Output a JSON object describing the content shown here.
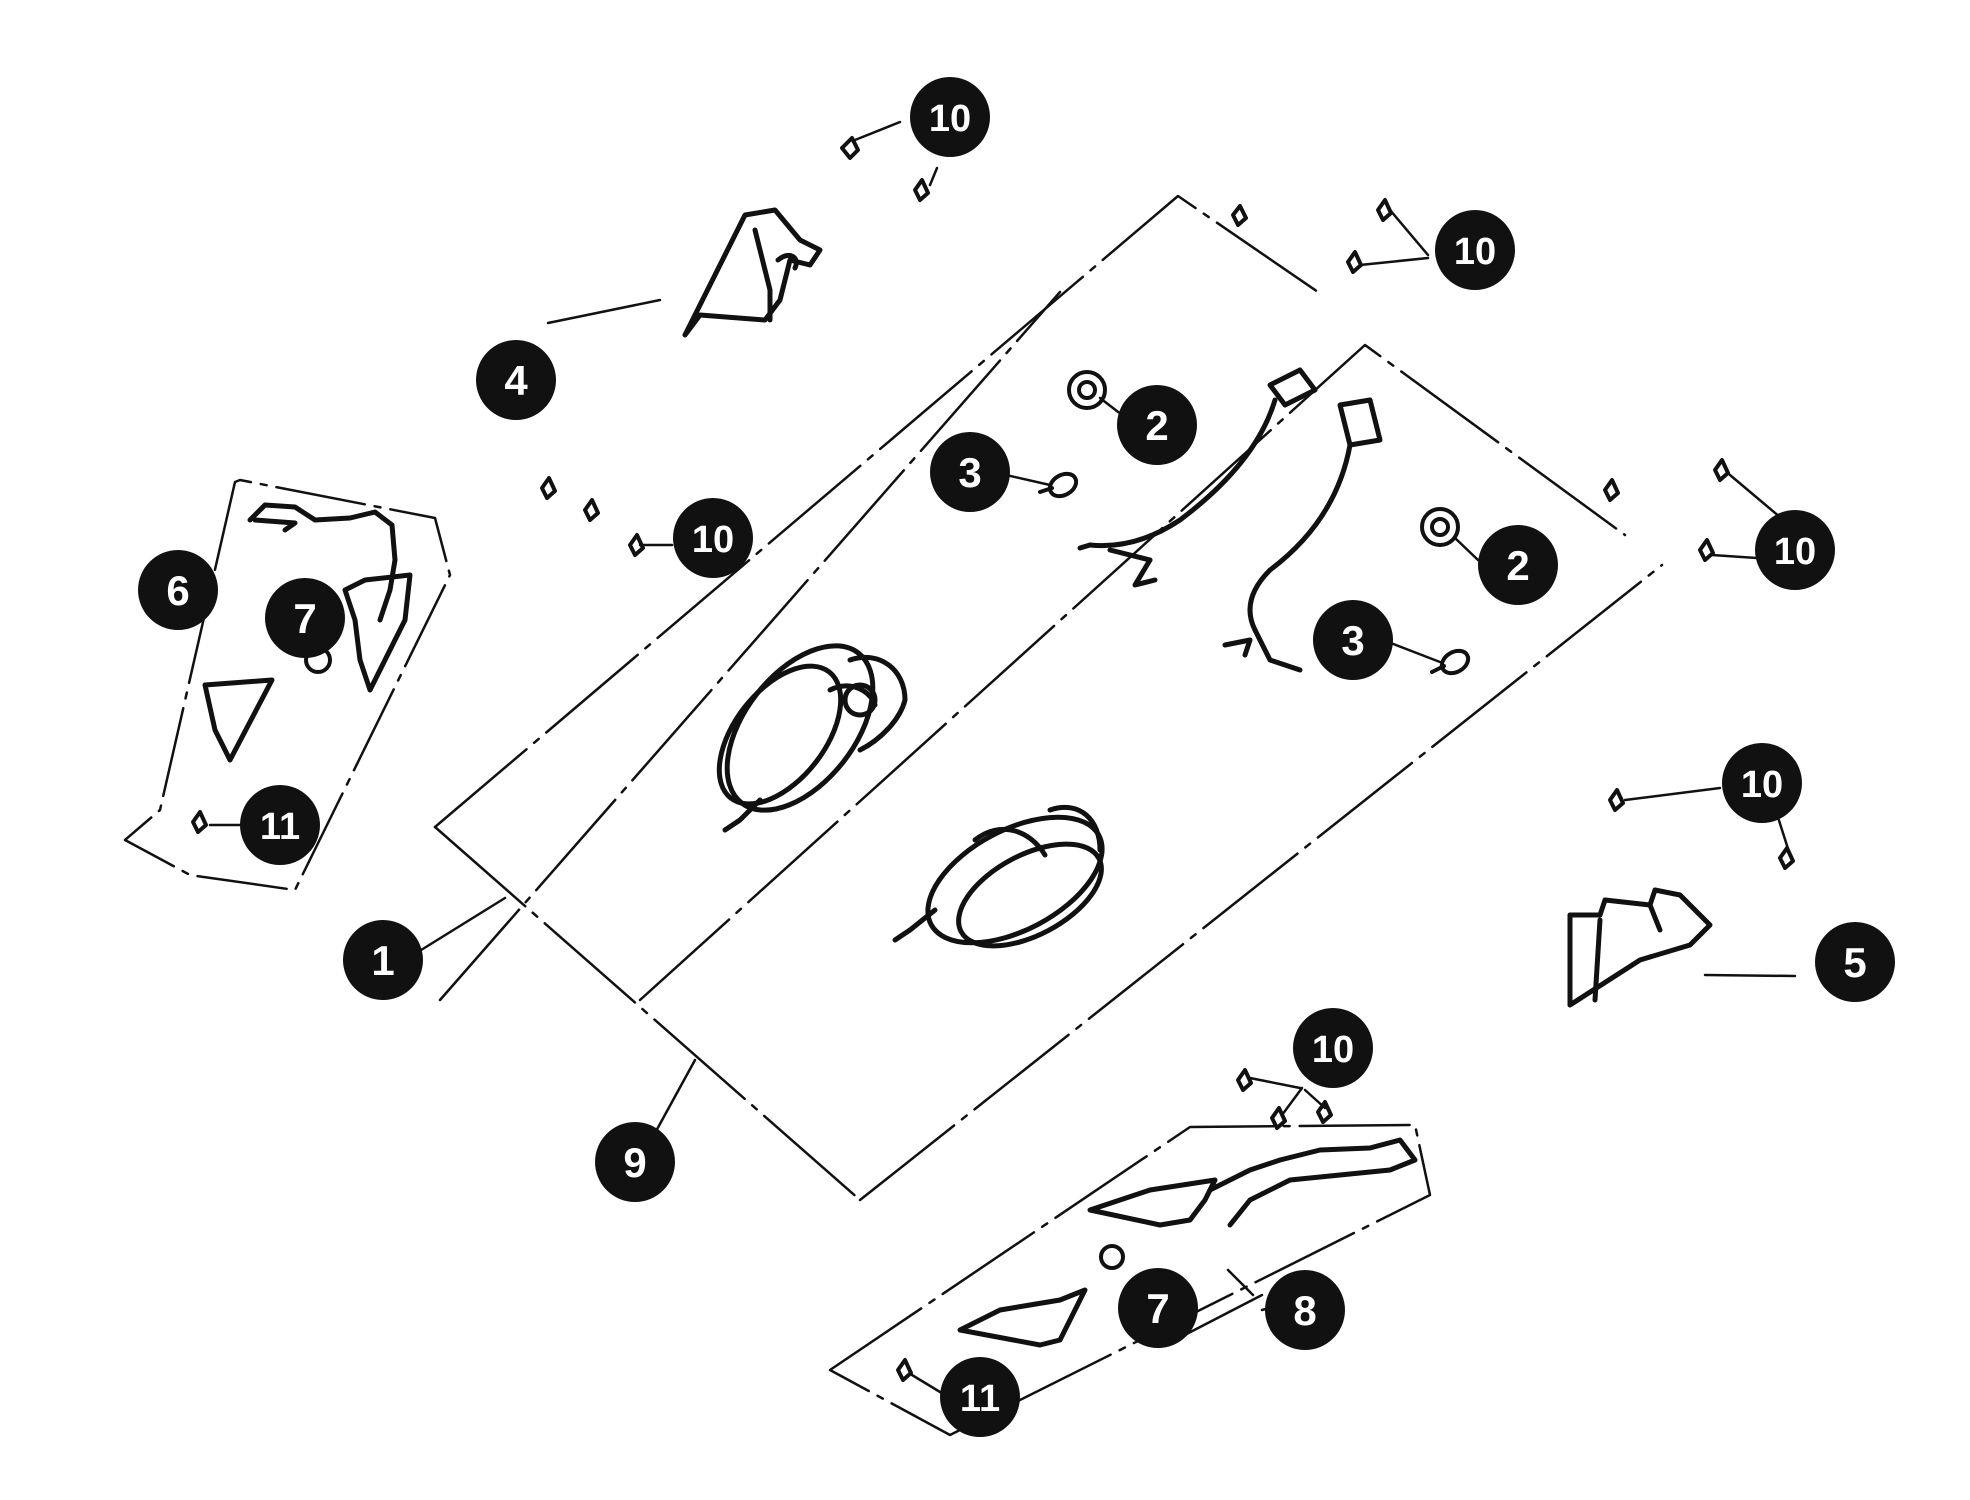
{
  "diagram": {
    "callouts": [
      {
        "id": "c1",
        "text": "1"
      },
      {
        "id": "c2a",
        "text": "2"
      },
      {
        "id": "c2b",
        "text": "2"
      },
      {
        "id": "c3a",
        "text": "3"
      },
      {
        "id": "c3b",
        "text": "3"
      },
      {
        "id": "c4",
        "text": "4"
      },
      {
        "id": "c5",
        "text": "5"
      },
      {
        "id": "c6",
        "text": "6"
      },
      {
        "id": "c7a",
        "text": "7"
      },
      {
        "id": "c7b",
        "text": "7"
      },
      {
        "id": "c8",
        "text": "8"
      },
      {
        "id": "c9",
        "text": "9"
      },
      {
        "id": "c10a",
        "text": "10"
      },
      {
        "id": "c10b",
        "text": "10"
      },
      {
        "id": "c10c",
        "text": "10"
      },
      {
        "id": "c10d",
        "text": "10"
      },
      {
        "id": "c10e",
        "text": "10"
      },
      {
        "id": "c10f",
        "text": "10"
      },
      {
        "id": "c11a",
        "text": "11"
      },
      {
        "id": "c11b",
        "text": "11"
      }
    ],
    "colors": {
      "ink": "#111111",
      "background": "#ffffff",
      "callout_text": "#ffffff"
    }
  }
}
